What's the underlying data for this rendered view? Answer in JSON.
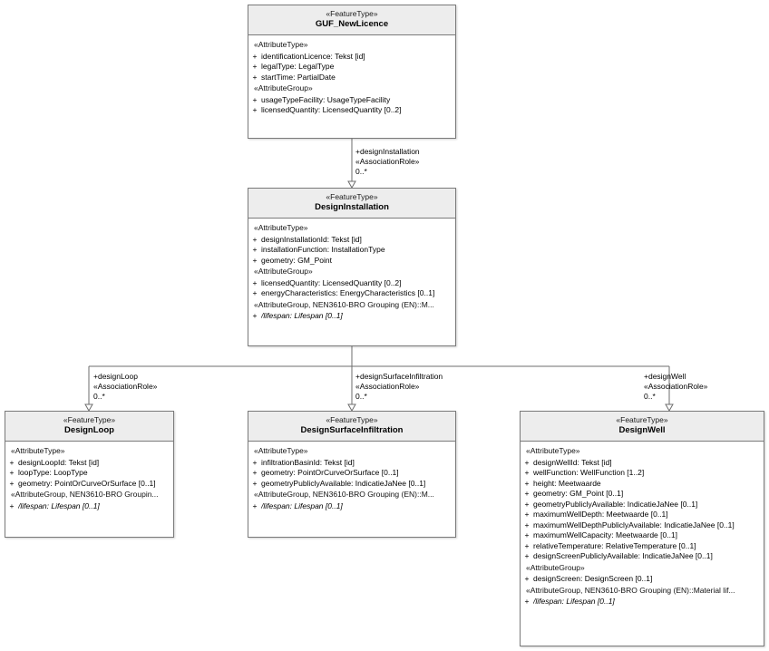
{
  "diagram": {
    "title": "UML class diagram",
    "classes": [
      {
        "id": "guf",
        "stereotype": "«FeatureType»",
        "name": "GUF_NewLicence",
        "compartments": [
          {
            "label": "«AttributeType»",
            "attributes": [
              {
                "vis": "+",
                "text": "identificationLicence: Tekst [id]"
              },
              {
                "vis": "+",
                "text": "legalType: LegalType"
              },
              {
                "vis": "+",
                "text": "startTime: PartialDate"
              }
            ]
          },
          {
            "label": "«AttributeGroup»",
            "attributes": [
              {
                "vis": "+",
                "text": "usageTypeFacility: UsageTypeFacility"
              },
              {
                "vis": "+",
                "text": "licensedQuantity: LicensedQuantity [0..2]"
              }
            ]
          }
        ]
      },
      {
        "id": "designinstallation",
        "stereotype": "«FeatureType»",
        "name": "DesignInstallation",
        "compartments": [
          {
            "label": "«AttributeType»",
            "attributes": [
              {
                "vis": "+",
                "text": "designInstallationId: Tekst [id]"
              },
              {
                "vis": "+",
                "text": "installationFunction: InstallationType"
              },
              {
                "vis": "+",
                "text": "geometry: GM_Point"
              }
            ]
          },
          {
            "label": "«AttributeGroup»",
            "attributes": [
              {
                "vis": "+",
                "text": "licensedQuantity: LicensedQuantity [0..2]"
              },
              {
                "vis": "+",
                "text": "energyCharacteristics: EnergyCharacteristics [0..1]"
              }
            ]
          },
          {
            "label": "«AttributeGroup, NEN3610-BRO Grouping (EN)::M...",
            "attributes": [
              {
                "vis": "+",
                "text": "/lifespan: Lifespan [0..1]",
                "italic": true
              }
            ]
          }
        ]
      },
      {
        "id": "designloop",
        "stereotype": "«FeatureType»",
        "name": "DesignLoop",
        "compartments": [
          {
            "label": "«AttributeType»",
            "attributes": [
              {
                "vis": "+",
                "text": "designLoopId: Tekst [id]"
              },
              {
                "vis": "+",
                "text": "loopType: LoopType"
              },
              {
                "vis": "+",
                "text": "geometry: PointOrCurveOrSurface [0..1]"
              }
            ]
          },
          {
            "label": "«AttributeGroup, NEN3610-BRO Groupin...",
            "attributes": [
              {
                "vis": "+",
                "text": "/lifespan: Lifespan [0..1]",
                "italic": true
              }
            ]
          }
        ]
      },
      {
        "id": "designsurfaceinfiltration",
        "stereotype": "«FeatureType»",
        "name": "DesignSurfaceInfiltration",
        "compartments": [
          {
            "label": "«AttributeType»",
            "attributes": [
              {
                "vis": "+",
                "text": "infiltrationBasinId: Tekst [id]"
              },
              {
                "vis": "+",
                "text": "geometry: PointOrCurveOrSurface [0..1]"
              },
              {
                "vis": "+",
                "text": "geometryPubliclyAvailable: IndicatieJaNee [0..1]"
              }
            ]
          },
          {
            "label": "«AttributeGroup, NEN3610-BRO Grouping (EN)::M...",
            "attributes": [
              {
                "vis": "+",
                "text": "/lifespan: Lifespan [0..1]",
                "italic": true
              }
            ]
          }
        ]
      },
      {
        "id": "designwell",
        "stereotype": "«FeatureType»",
        "name": "DesignWell",
        "compartments": [
          {
            "label": "«AttributeType»",
            "attributes": [
              {
                "vis": "+",
                "text": "designWellId: Tekst [id]"
              },
              {
                "vis": "+",
                "text": "wellFunction: WellFunction [1..2]"
              },
              {
                "vis": "+",
                "text": "height: Meetwaarde"
              },
              {
                "vis": "+",
                "text": "geometry: GM_Point [0..1]"
              },
              {
                "vis": "+",
                "text": "geometryPubliclyAvailable: IndicatieJaNee [0..1]"
              },
              {
                "vis": "+",
                "text": "maximumWellDepth: Meetwaarde [0..1]"
              },
              {
                "vis": "+",
                "text": "maximumWellDepthPubliclyAvailable: IndicatieJaNee [0..1]"
              },
              {
                "vis": "+",
                "text": "maximumWellCapacity: Meetwaarde [0..1]"
              },
              {
                "vis": "+",
                "text": "relativeTemperature: RelativeTemperature [0..1]"
              },
              {
                "vis": "+",
                "text": "designScreenPubliclyAvailable: IndicatieJaNee [0..1]"
              }
            ]
          },
          {
            "label": "«AttributeGroup»",
            "attributes": [
              {
                "vis": "+",
                "text": "designScreen: DesignScreen [0..1]"
              }
            ]
          },
          {
            "label": "«AttributeGroup, NEN3610-BRO Grouping (EN)::Material lif...",
            "attributes": [
              {
                "vis": "+",
                "text": "/lifespan: Lifespan [0..1]",
                "italic": true
              }
            ]
          }
        ]
      }
    ],
    "associations": [
      {
        "id": "designinstallation-edge",
        "role": "+designInstallation",
        "stereotype": "«AssociationRole»",
        "multiplicity": "0..*"
      },
      {
        "id": "designloop-edge",
        "role": "+designLoop",
        "stereotype": "«AssociationRole»",
        "multiplicity": "0..*"
      },
      {
        "id": "designsurfaceinfiltration-edge",
        "role": "+designSurfaceInfiltration",
        "stereotype": "«AssociationRole»",
        "multiplicity": "0..*"
      },
      {
        "id": "designwell-edge",
        "role": "+designWell",
        "stereotype": "«AssociationRole»",
        "multiplicity": "0..*"
      }
    ]
  }
}
